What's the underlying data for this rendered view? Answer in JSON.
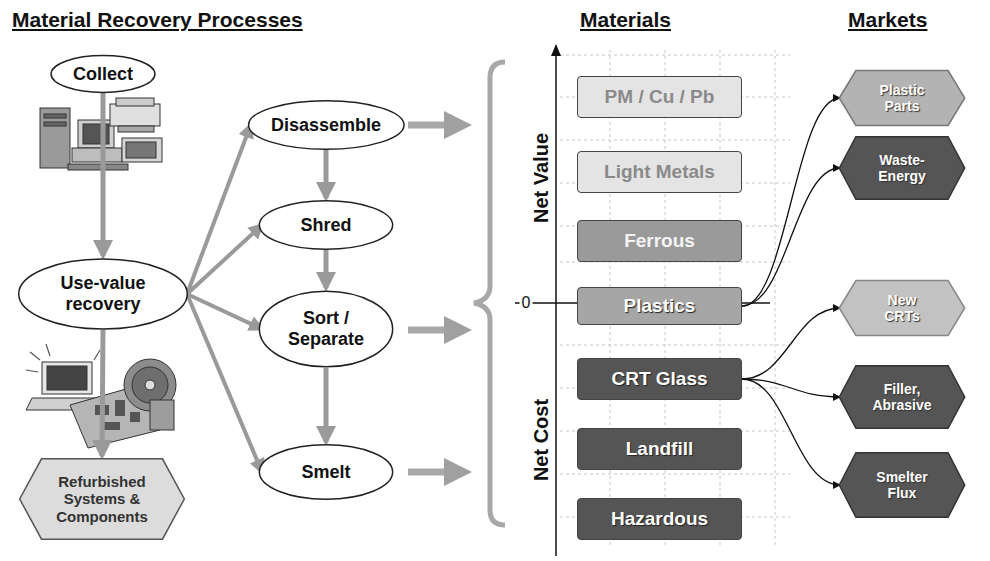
{
  "diagram": {
    "title": "Material Recovery Processes",
    "nodes": [
      {
        "text": [
          "Collect"
        ]
      },
      {
        "text": [
          "Use-value recovery"
        ]
      },
      {
        "text": [
          "Refurbished Systems & Components"
        ]
      },
      {
        "text": [
          "Disassemble"
        ]
      },
      {
        "text": [
          "Shred"
        ]
      },
      {
        "text": [
          "Sort / Separate"
        ]
      },
      {
        "text": [
          "Smelt"
        ]
      },
      {
        "text": [
          "PM / Cu / Pb"
        ]
      },
      {
        "text": [
          "Light Metals"
        ]
      },
      {
        "text": [
          "Ferrous"
        ]
      },
      {
        "text": [
          "Plastics"
        ]
      },
      {
        "text": [
          "CRT Glass"
        ]
      },
      {
        "text": [
          "Landfill"
        ]
      },
      {
        "text": [
          "Hazardous"
        ]
      },
      {
        "text": [
          "Plastic Parts"
        ]
      },
      {
        "text": [
          "Waste-Energy"
        ]
      },
      {
        "text": [
          "New CRTs"
        ]
      },
      {
        "text": [
          "Filler, Abrasive"
        ]
      },
      {
        "text": [
          "Smelter Flux"
        ]
      }
    ],
    "edges": [
      {
        "from": 0,
        "to": 1,
        "arrow": "to"
      },
      {
        "from": 1,
        "to": 2,
        "arrow": "to"
      },
      {
        "from": 1,
        "to": 3,
        "arrow": "to"
      },
      {
        "from": 1,
        "to": 4,
        "arrow": "to"
      },
      {
        "from": 1,
        "to": 5,
        "arrow": "to"
      },
      {
        "from": 1,
        "to": 6,
        "arrow": "to"
      },
      {
        "from": 3,
        "to": 4,
        "arrow": "to"
      },
      {
        "from": 4,
        "to": 5,
        "arrow": "to"
      },
      {
        "from": 5,
        "to": 6,
        "arrow": "to"
      },
      {
        "from": 10,
        "to": 14,
        "arrow": "to"
      },
      {
        "from": 10,
        "to": 15,
        "arrow": "to"
      },
      {
        "from": 11,
        "to": 16,
        "arrow": "to"
      },
      {
        "from": 11,
        "to": 17,
        "arrow": "to"
      },
      {
        "from": 11,
        "to": 18,
        "arrow": "to"
      }
    ],
    "labels": [
      "Materials",
      "Markets",
      "Net Value",
      "Net Cost",
      "0"
    ]
  }
}
